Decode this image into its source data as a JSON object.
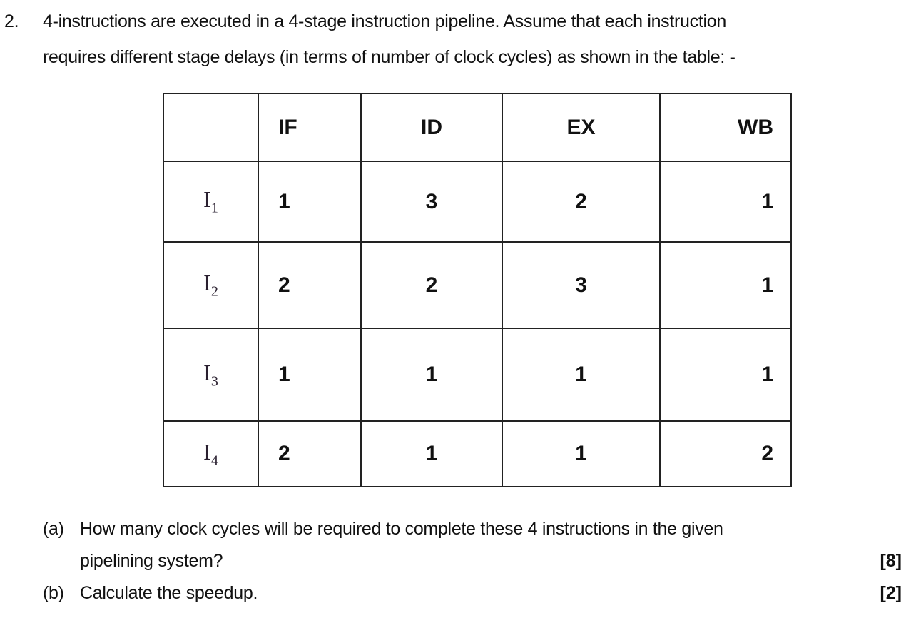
{
  "question": {
    "number": "2.",
    "line1": "4-instructions are executed in a 4-stage instruction pipeline. Assume that each instruction",
    "line2": "requires different stage delays (in terms of number of clock cycles) as shown in the table: -"
  },
  "table": {
    "headers": [
      "",
      "IF",
      "ID",
      "EX",
      "WB"
    ],
    "rows": [
      {
        "label": "I",
        "sub": "1",
        "values": [
          "1",
          "3",
          "2",
          "1"
        ]
      },
      {
        "label": "I",
        "sub": "2",
        "values": [
          "2",
          "2",
          "3",
          "1"
        ]
      },
      {
        "label": "I",
        "sub": "3",
        "values": [
          "1",
          "1",
          "1",
          "1"
        ]
      },
      {
        "label": "I",
        "sub": "4",
        "values": [
          "2",
          "1",
          "1",
          "2"
        ]
      }
    ]
  },
  "parts": [
    {
      "label": "(a)",
      "text": "How many clock cycles will be required to complete these 4 instructions in the given",
      "text2": "pipelining system?",
      "marks": "[8]"
    },
    {
      "label": "(b)",
      "text": "Calculate the speedup.",
      "marks": "[2]"
    }
  ]
}
